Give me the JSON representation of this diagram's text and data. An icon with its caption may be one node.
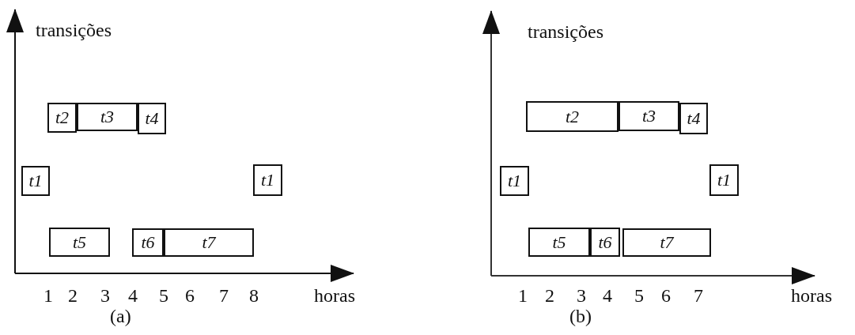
{
  "diagram": {
    "nodes": [
      {
        "text": [
          "t2"
        ]
      },
      {
        "text": [
          "t3"
        ]
      },
      {
        "text": [
          "t4"
        ]
      },
      {
        "text": [
          "t1"
        ]
      },
      {
        "text": [
          "t1"
        ]
      },
      {
        "text": [
          "t5"
        ]
      },
      {
        "text": [
          "t6"
        ]
      },
      {
        "text": [
          "t7"
        ]
      },
      {
        "text": [
          "t2"
        ]
      },
      {
        "text": [
          "t3"
        ]
      },
      {
        "text": [
          "t4"
        ]
      },
      {
        "text": [
          "t1"
        ]
      },
      {
        "text": [
          "t1"
        ]
      },
      {
        "text": [
          "t5"
        ]
      },
      {
        "text": [
          "t6"
        ]
      },
      {
        "text": [
          "t7"
        ]
      }
    ],
    "edges": [],
    "labels": [
      "transições",
      "1",
      "2",
      "3",
      "4",
      "5",
      "6",
      "7",
      "8",
      "horas",
      "(a)",
      "transições",
      "1",
      "2",
      "3",
      "4",
      "5",
      "6",
      "7",
      "horas",
      "(b)"
    ]
  }
}
